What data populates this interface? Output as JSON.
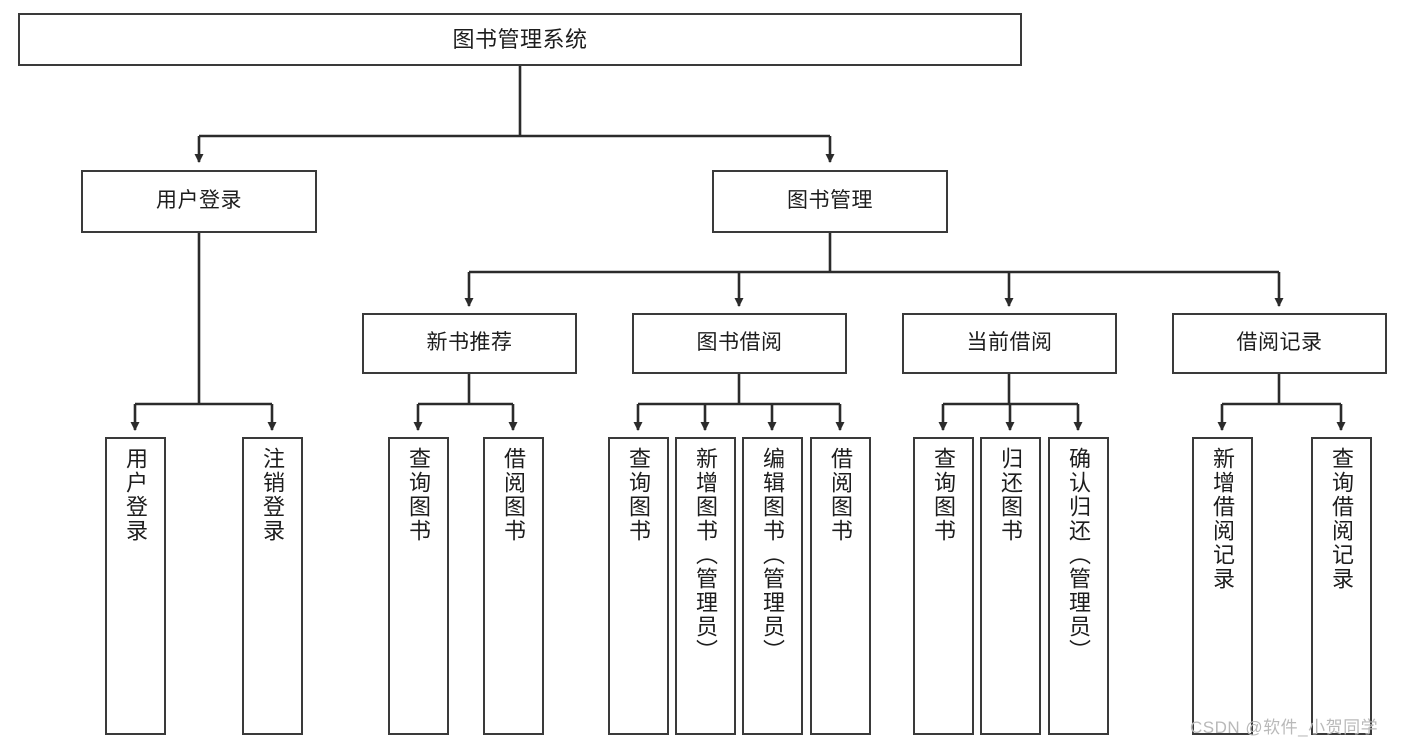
{
  "diagram": {
    "type": "tree",
    "title": "图书管理系统",
    "orientation": "top-down",
    "style": {
      "box_border_color": "#3a3a3a",
      "box_fill_color": "#ffffff",
      "line_color": "#2b2b2b",
      "text_color": "#1d1d1d",
      "background": "#ffffff"
    },
    "levels": 4,
    "root": {
      "label": "图书管理系统"
    },
    "level2": [
      {
        "label": "用户登录"
      },
      {
        "label": "图书管理"
      }
    ],
    "level3": [
      {
        "label": "新书推荐"
      },
      {
        "label": "图书借阅"
      },
      {
        "label": "当前借阅"
      },
      {
        "label": "借阅记录"
      }
    ],
    "leaves": {
      "user_login": [
        {
          "label": "用户登录"
        },
        {
          "label": "注销登录"
        }
      ],
      "new_book_recommend": [
        {
          "label": "查询图书"
        },
        {
          "label": "借阅图书"
        }
      ],
      "book_borrow": [
        {
          "label": "查询图书"
        },
        {
          "label": "新增图书（管理员）"
        },
        {
          "label": "编辑图书（管理员）"
        },
        {
          "label": "借阅图书"
        }
      ],
      "current_borrow": [
        {
          "label": "查询图书"
        },
        {
          "label": "归还图书"
        },
        {
          "label": "确认归还（管理员）"
        }
      ],
      "borrow_record": [
        {
          "label": "新增借阅记录"
        },
        {
          "label": "查询借阅记录"
        }
      ]
    }
  },
  "watermark": {
    "text": "CSDN @软件_小贺同学"
  }
}
